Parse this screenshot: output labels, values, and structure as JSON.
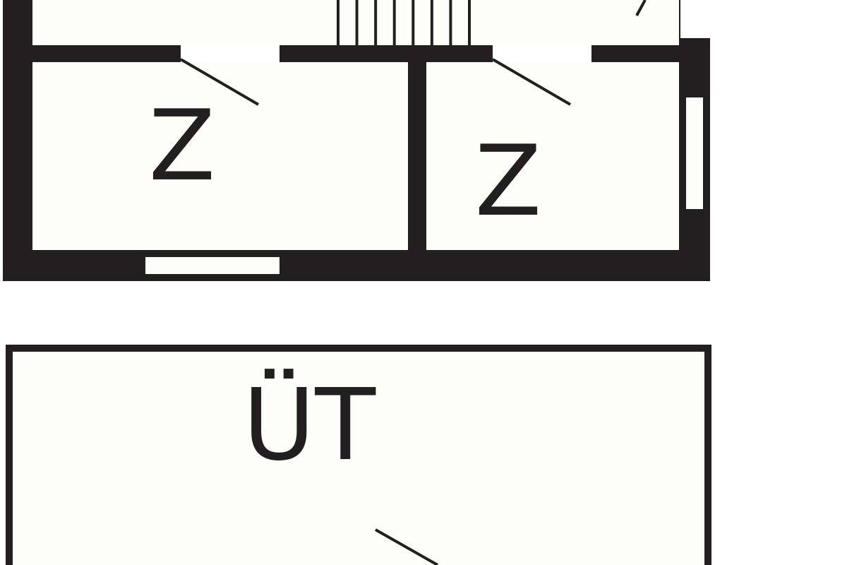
{
  "floor_plan": {
    "colors": {
      "wall": "#231f20",
      "floor": "#fefef9",
      "background": "#ffffff"
    },
    "rooms": [
      {
        "id": "room-left",
        "label": "Z"
      },
      {
        "id": "room-right",
        "label": "Z"
      },
      {
        "id": "terrace",
        "label": "ÜT"
      }
    ],
    "stair_tread_count": 8
  }
}
